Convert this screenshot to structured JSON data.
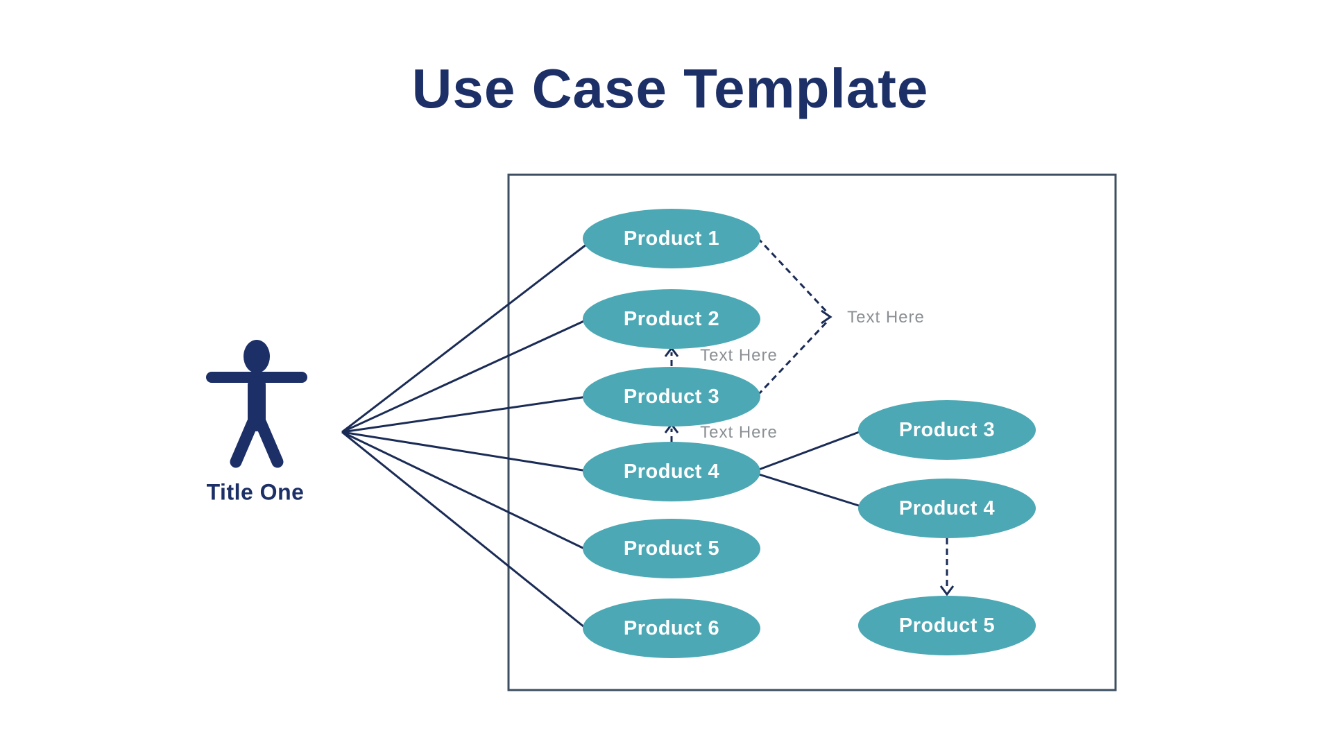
{
  "page_title": "Use Case Template",
  "actor": {
    "label": "Title One"
  },
  "use_cases": {
    "left": [
      "Product 1",
      "Product 2",
      "Product 3",
      "Product 4",
      "Product 5",
      "Product 6"
    ],
    "right": [
      "Product 3",
      "Product 4",
      "Product 5"
    ]
  },
  "annotations": [
    {
      "label": "Text Here"
    },
    {
      "label": "Text Here"
    },
    {
      "label": "Text Here"
    }
  ],
  "colors": {
    "title_navy": "#1C2F66",
    "line_navy": "#1A2B55",
    "usecase_teal": "#4BA8B4",
    "usecase_text": "#FFFFFF",
    "boundary_slate": "#3C4E60",
    "annotation_gray": "#8A8F94",
    "background": "#FFFFFF"
  }
}
